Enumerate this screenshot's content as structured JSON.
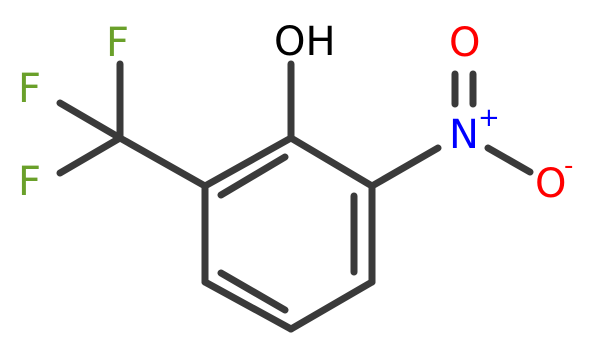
{
  "molecule": {
    "atoms": {
      "hydroxyl": {
        "label": "OH",
        "color": "#000000"
      },
      "nitrogen": {
        "label": "N",
        "charge": "+",
        "color": "#0000ff"
      },
      "oxygen_double": {
        "label": "O",
        "color": "#ff0000"
      },
      "oxygen_single": {
        "label": "O",
        "charge": "-",
        "color": "#ff0000"
      },
      "fluorine_1": {
        "label": "F",
        "color": "#6aa02a"
      },
      "fluorine_2": {
        "label": "F",
        "color": "#6aa02a"
      },
      "fluorine_3": {
        "label": "F",
        "color": "#6aa02a"
      }
    },
    "bond_color": "#3a3a3a"
  }
}
